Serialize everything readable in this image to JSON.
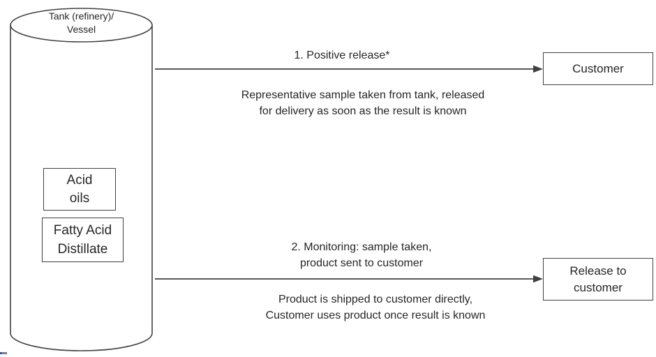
{
  "tank": {
    "label": "Tank (refinery)/\nVessel",
    "contents": [
      {
        "label": "Acid\noils"
      },
      {
        "label": "Fatty Acid\nDistillate"
      }
    ]
  },
  "flows": [
    {
      "title": "1. Positive release*",
      "description": "Representative sample taken from tank, released\nfor delivery as soon as the result is known",
      "target_label": "Customer"
    },
    {
      "title": "2. Monitoring: sample taken,\nproduct sent to customer",
      "description": "Product is shipped to customer directly,\nCustomer uses product once result is known",
      "target_label": "Release to\ncustomer"
    }
  ],
  "colors": {
    "shape_outline": "#404040",
    "text": "#262626",
    "background": "#ffffff",
    "artifact_1": "#2a5caa",
    "artifact_2": "#4a86e8",
    "artifact_3": "#e2574c",
    "artifact_4": "#2f9e77"
  }
}
